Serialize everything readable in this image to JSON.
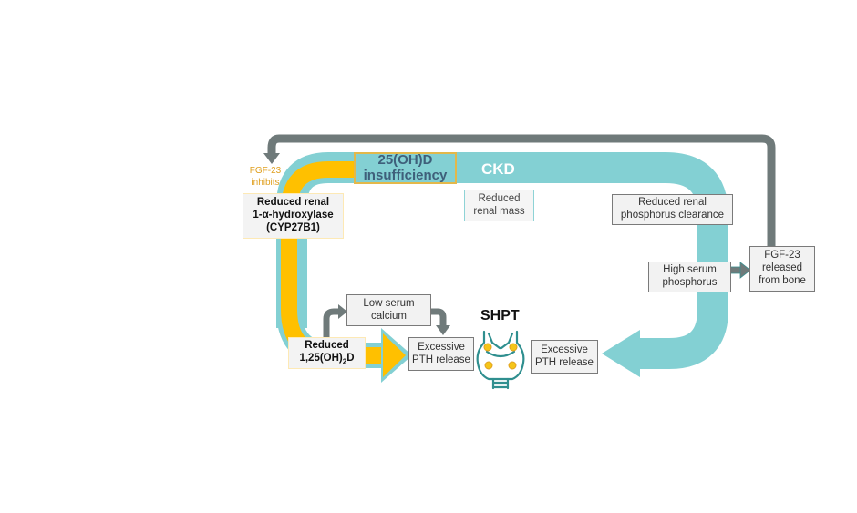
{
  "colors": {
    "teal": "#83d0d3",
    "gold": "#ffc000",
    "grey_arrow": "#6f7a7a",
    "fgf_text": "#e0a020",
    "gland_outline": "#2f8f8f",
    "gland_nodule": "#f5c518"
  },
  "labels": {
    "ckd": "CKD",
    "shpt": "SHPT",
    "fgf_inhibits_line1": "FGF-23",
    "fgf_inhibits_line2": "inhibits"
  },
  "boxes": {
    "insufficiency": {
      "line1": "25(OH)D",
      "line2": "insufficiency"
    },
    "reduced_hydroxylase": {
      "line1": "Reduced renal",
      "line2": "1-α-hydroxylase",
      "line3": "(CYP27B1)"
    },
    "reduced_renal_mass": {
      "line1": "Reduced",
      "line2": "renal mass"
    },
    "reduced_phosphorus_clearance": {
      "line1": "Reduced renal",
      "line2": "phosphorus clearance"
    },
    "high_serum_phosphorus": {
      "line1": "High serum",
      "line2": "phosphorus"
    },
    "fgf23_released": {
      "line1": "FGF-23",
      "line2": "released",
      "line3": "from bone"
    },
    "low_serum_calcium": {
      "line1": "Low serum",
      "line2": "calcium"
    },
    "reduced_calcitriol": {
      "line1": "Reduced",
      "line2_prefix": "1,25(OH)",
      "line2_sub": "2",
      "line2_suffix": "D"
    },
    "excessive_pth_left": {
      "line1": "Excessive",
      "line2": "PTH release"
    },
    "excessive_pth_right": {
      "line1": "Excessive",
      "line2": "PTH release"
    }
  },
  "icons": {
    "parathyroid": "parathyroid-gland-icon"
  }
}
